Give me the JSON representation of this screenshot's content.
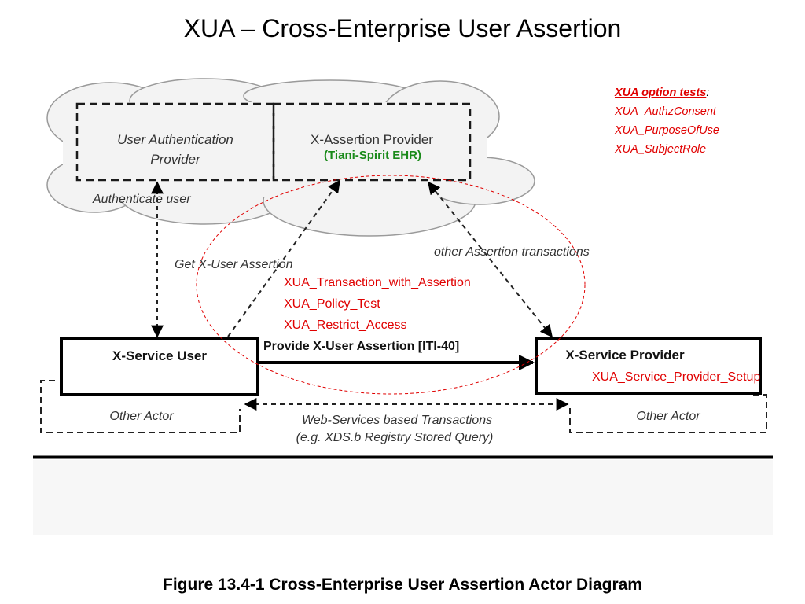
{
  "slide_title": "XUA – Cross-Enterprise User Assertion",
  "option_tests": {
    "header": "XUA option tests",
    "colon": ":",
    "items": [
      "XUA_AuthzConsent",
      "XUA_PurposeOfUse",
      "XUA_SubjectRole"
    ]
  },
  "actors": {
    "user_auth": [
      "User Authentication",
      "Provider"
    ],
    "assertion_provider": "X-Assertion Provider",
    "tiani": "(Tiani-Spirit EHR)",
    "service_user": "X-Service User",
    "service_provider": "X-Service Provider",
    "other_actor_left": "Other Actor",
    "other_actor_right": "Other Actor"
  },
  "labels": {
    "authenticate": "Authenticate user",
    "get_assertion": "Get X-User Assertion",
    "other_transactions": "other Assertion transactions",
    "provide_assertion": "Provide X-User Assertion [ITI-40]",
    "web_services": [
      "Web-Services based Transactions",
      "(e.g. XDS.b Registry Stored Query)"
    ]
  },
  "tests_in_ellipse": [
    "XUA_Transaction_with_Assertion",
    "XUA_Policy_Test",
    "XUA_Restrict_Access"
  ],
  "provider_setup": "XUA_Service_Provider_Setup",
  "figure_caption": "Figure 13.4-1 Cross-Enterprise User Assertion Actor Diagram",
  "colors": {
    "red": "#e00000",
    "green": "#1a8a1a",
    "cloud": "#f3f3f3"
  }
}
